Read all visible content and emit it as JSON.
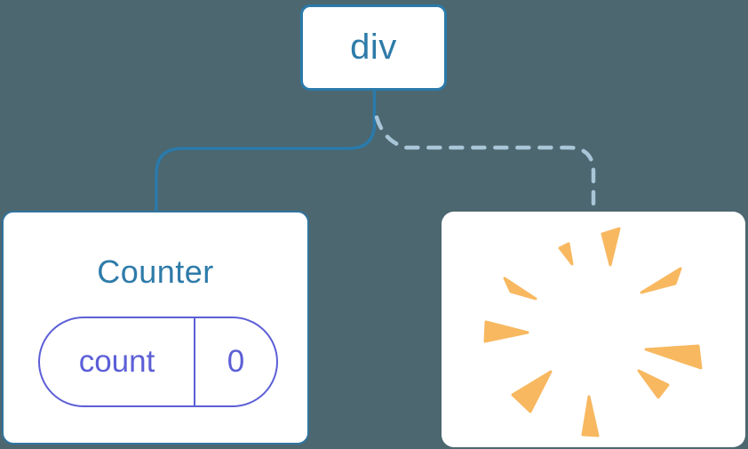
{
  "diagram": {
    "description": "React render tree: div root keeps Counter child (solid link) while second child was removed with a poof (dashed link)",
    "root_node": {
      "label": "div"
    },
    "counter_card": {
      "title": "Counter",
      "state": {
        "key": "count",
        "value": "0"
      }
    },
    "removed_card": {
      "icon": "poof-burst-icon"
    },
    "connectors": {
      "kept_child": "solid",
      "removed_child": "dashed"
    },
    "colors": {
      "background": "#4C6770",
      "card_background": "#FFFFFF",
      "node_border_blue": "#2B7AAB",
      "node_text_blue": "#2E7BA9",
      "counter_card_border": "#31749E",
      "state_pill_purple": "#5C5FD6",
      "solid_connector": "#2B7AAB",
      "dashed_connector": "#A9C6D8",
      "poof_orange": "#F8B860"
    }
  }
}
